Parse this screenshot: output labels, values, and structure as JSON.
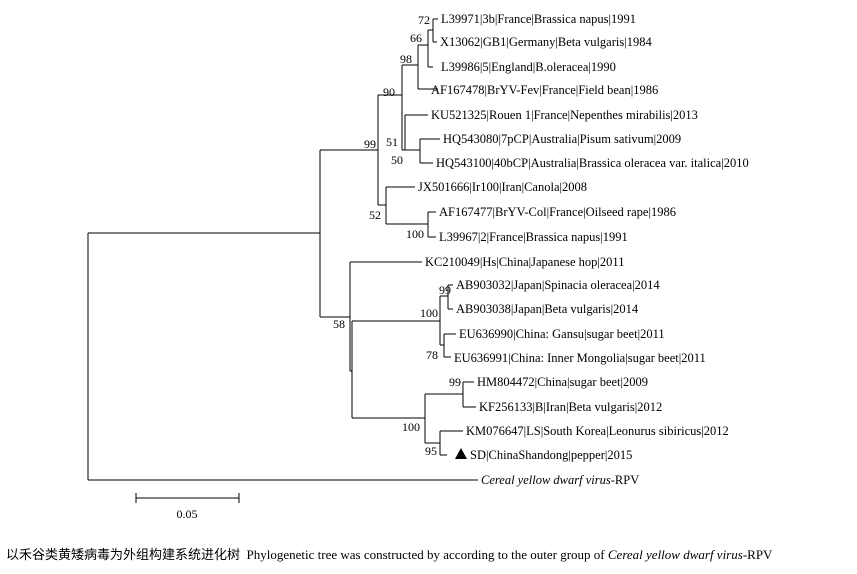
{
  "tree": {
    "leaves": [
      {
        "label": "L39971|3b|France|Brassica napus|1991"
      },
      {
        "label": "X13062|GB1|Germany|Beta vulgaris|1984"
      },
      {
        "label": "L39986|5|England|B.oleracea|1990"
      },
      {
        "label": "AF167478|BrYV-Fev|France|Field bean|1986"
      },
      {
        "label": "KU521325|Rouen 1|France|Nepenthes mirabilis|2013"
      },
      {
        "label": "HQ543080|7pCP|Australia|Pisum sativum|2009"
      },
      {
        "label": "HQ543100|40bCP|Australia|Brassica oleracea var. italica|2010"
      },
      {
        "label": "JX501666|Ir100|Iran|Canola|2008"
      },
      {
        "label": "AF167477|BrYV-Col|France|Oilseed rape|1986"
      },
      {
        "label": "L39967|2|France|Brassica napus|1991"
      },
      {
        "label": "KC210049|Hs|China|Japanese hop|2011"
      },
      {
        "label": "AB903032|Japan|Spinacia oleracea|2014"
      },
      {
        "label": "AB903038|Japan|Beta vulgaris|2014"
      },
      {
        "label": "EU636990|China: Gansu|sugar beet|2011"
      },
      {
        "label": "EU636991|China: Inner Mongolia|sugar beet|2011"
      },
      {
        "label": "HM804472|China|sugar beet|2009"
      },
      {
        "label": "KF256133|B|Iran|Beta vulgaris|2012"
      },
      {
        "label": "KM076647|LS|South Korea|Leonurus sibiricus|2012"
      },
      {
        "label": "SD|ChinaShandong|pepper|2015",
        "marker": "filled-triangle"
      },
      {
        "label_italic": "Cereal yellow dwarf virus",
        "label_suffix": "-RPV"
      }
    ],
    "bootstrap": [
      "72",
      "66",
      "98",
      "90",
      "51",
      "50",
      "99",
      "52",
      "100",
      "99",
      "100",
      "78",
      "58",
      "99",
      "100",
      "95"
    ],
    "scale_bar": {
      "label": "0.05"
    }
  },
  "caption": {
    "chinese": "以禾谷类黄矮病毒为外组构建系统进化树",
    "english_prefix": "Phylogenetic tree was constructed by according to the outer group of ",
    "english_italic": "Cereal yellow dwarf virus",
    "english_suffix": "-RPV"
  }
}
